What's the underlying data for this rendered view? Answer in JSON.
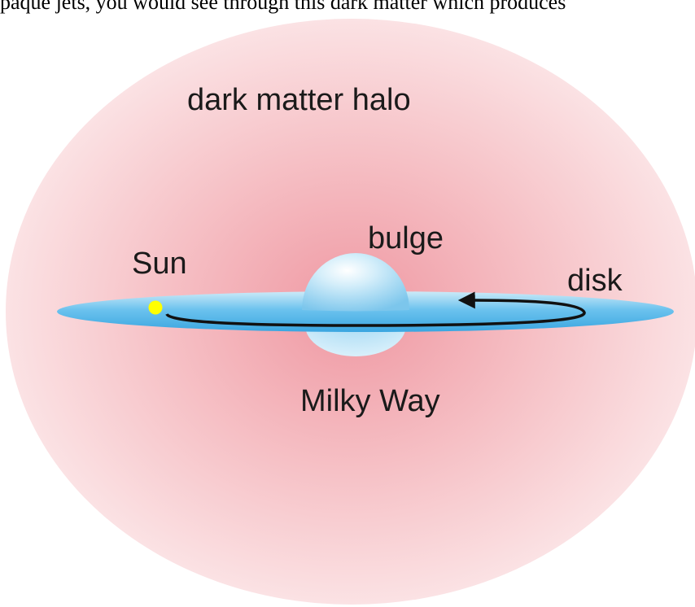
{
  "top_text": "paque jets, you would see through this dark matter which produces",
  "labels": {
    "halo": "dark matter halo",
    "bulge": "bulge",
    "sun": "Sun",
    "disk": "disk",
    "galaxy": "Milky Way"
  },
  "colors": {
    "halo_center": "#ef9aa3",
    "halo_edge": "#fbe3e5",
    "disk": "#59b8ea",
    "disk_highlight": "#d8f0fb",
    "bulge": "#9fd6f2",
    "sun": "#ffff00",
    "orbit": "#111111"
  }
}
